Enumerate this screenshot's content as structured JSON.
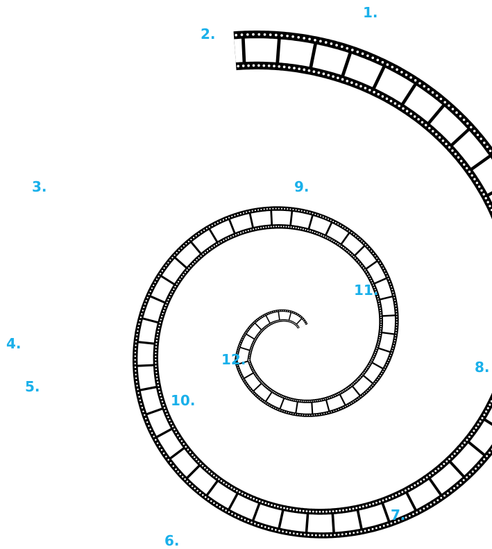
{
  "colors": {
    "film": "#000000",
    "background": "#ffffff",
    "label": "#1ab0ea"
  },
  "labels": [
    {
      "id": "1",
      "text": "1."
    },
    {
      "id": "2",
      "text": "2."
    },
    {
      "id": "3",
      "text": "3."
    },
    {
      "id": "4",
      "text": "4."
    },
    {
      "id": "5",
      "text": "5."
    },
    {
      "id": "6",
      "text": "6."
    },
    {
      "id": "7",
      "text": "7."
    },
    {
      "id": "8",
      "text": "8."
    },
    {
      "id": "9",
      "text": "9."
    },
    {
      "id": "10",
      "text": "10."
    },
    {
      "id": "11",
      "text": "11."
    },
    {
      "id": "12",
      "text": "12."
    }
  ]
}
